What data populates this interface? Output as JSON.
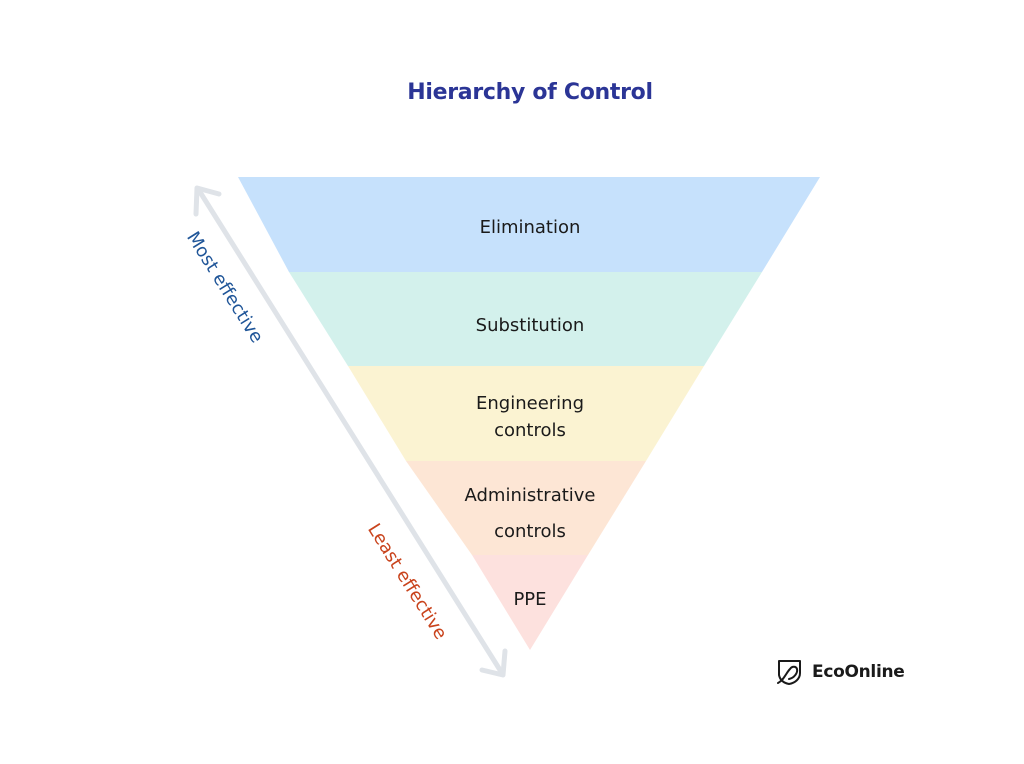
{
  "title": "Hierarchy of Control",
  "bands": [
    {
      "label_lines": [
        "Elimination"
      ],
      "color": "#c6e1fc"
    },
    {
      "label_lines": [
        "Substitution"
      ],
      "color": "#d3f1ec"
    },
    {
      "label_lines": [
        "Engineering",
        "controls"
      ],
      "color": "#fbf3d2"
    },
    {
      "label_lines": [
        "Administrative",
        "controls"
      ],
      "color": "#fde6d5"
    },
    {
      "label_lines": [
        "PPE"
      ],
      "color": "#fde1de"
    }
  ],
  "arrow": {
    "top_label": "Most effective",
    "top_label_color": "#1f5598",
    "bottom_label": "Least effective",
    "bottom_label_color": "#c9431c",
    "color": "#dfe3e8"
  },
  "brand": {
    "name": "EcoOnline",
    "icon": "shield-bird-icon"
  }
}
